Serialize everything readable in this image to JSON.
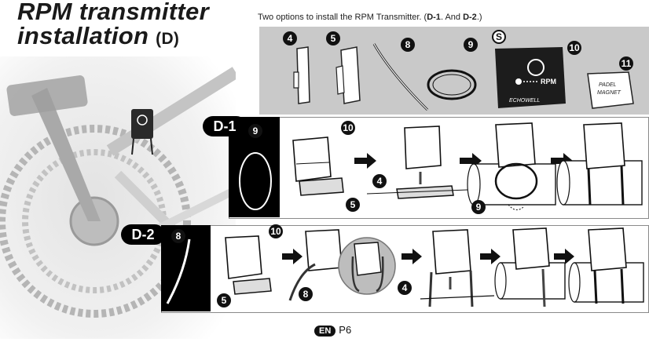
{
  "title": {
    "line1": "RPM transmitter",
    "line2": "installation",
    "suffix": "(D)"
  },
  "intro": {
    "text_a": "Two options to install the RPM Transmitter. (",
    "opt1": "D-1",
    "text_b": ". And ",
    "opt2": "D-2",
    "text_c": ".)"
  },
  "parts": {
    "labels": [
      "4",
      "5",
      "8",
      "9",
      "S",
      "10",
      "11"
    ],
    "transmitter_label": "RPM",
    "transmitter_brand": "ECHOWELL",
    "magnet_label_1": "PADEL",
    "magnet_label_2": "MAGNET"
  },
  "section_d1": {
    "badge": "D-1",
    "callouts": [
      "9",
      "10",
      "5",
      "4",
      "9"
    ]
  },
  "section_d2": {
    "badge": "D-2",
    "callouts": [
      "8",
      "10",
      "5",
      "8",
      "4"
    ]
  },
  "footer": {
    "lang": "EN",
    "page": "P6"
  },
  "colors": {
    "panel_gray": "#c9c9c9",
    "ink": "#111111",
    "border": "#8a8a8a"
  }
}
